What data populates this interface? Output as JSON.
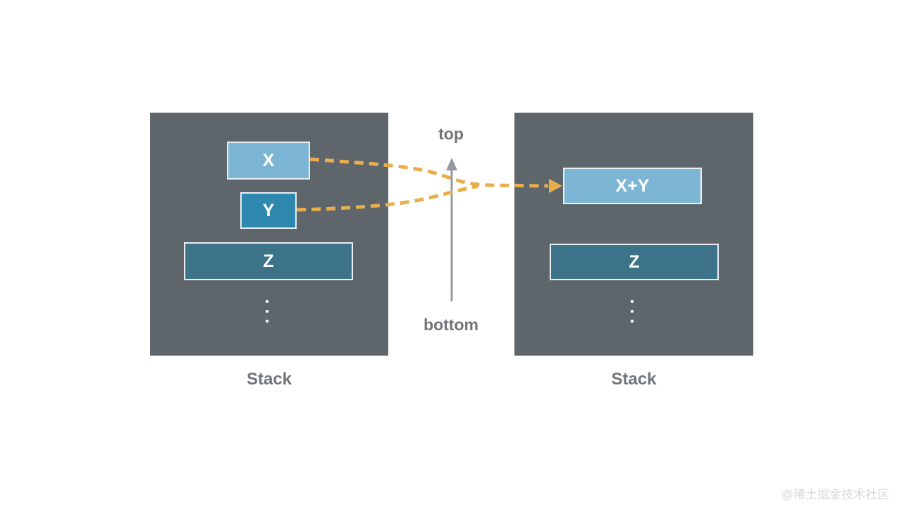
{
  "colors": {
    "stack-bg": "#5e666c",
    "block-light": "#7db6d4",
    "block-medium": "#2f89ae",
    "block-dark": "#3d7389",
    "block-border": "#e8eef1",
    "dash": "#e9ae4b",
    "axis-arrow": "#9599a1",
    "label": "#717579",
    "watermark": "#d9d9d9"
  },
  "left_stack": {
    "label": "Stack",
    "blocks": [
      {
        "label": "X"
      },
      {
        "label": "Y"
      },
      {
        "label": "Z"
      }
    ]
  },
  "right_stack": {
    "label": "Stack",
    "blocks": [
      {
        "label": "X+Y"
      },
      {
        "label": "Z"
      }
    ]
  },
  "axis": {
    "top": "top",
    "bottom": "bottom"
  },
  "watermark": "@稀土掘金技术社区"
}
